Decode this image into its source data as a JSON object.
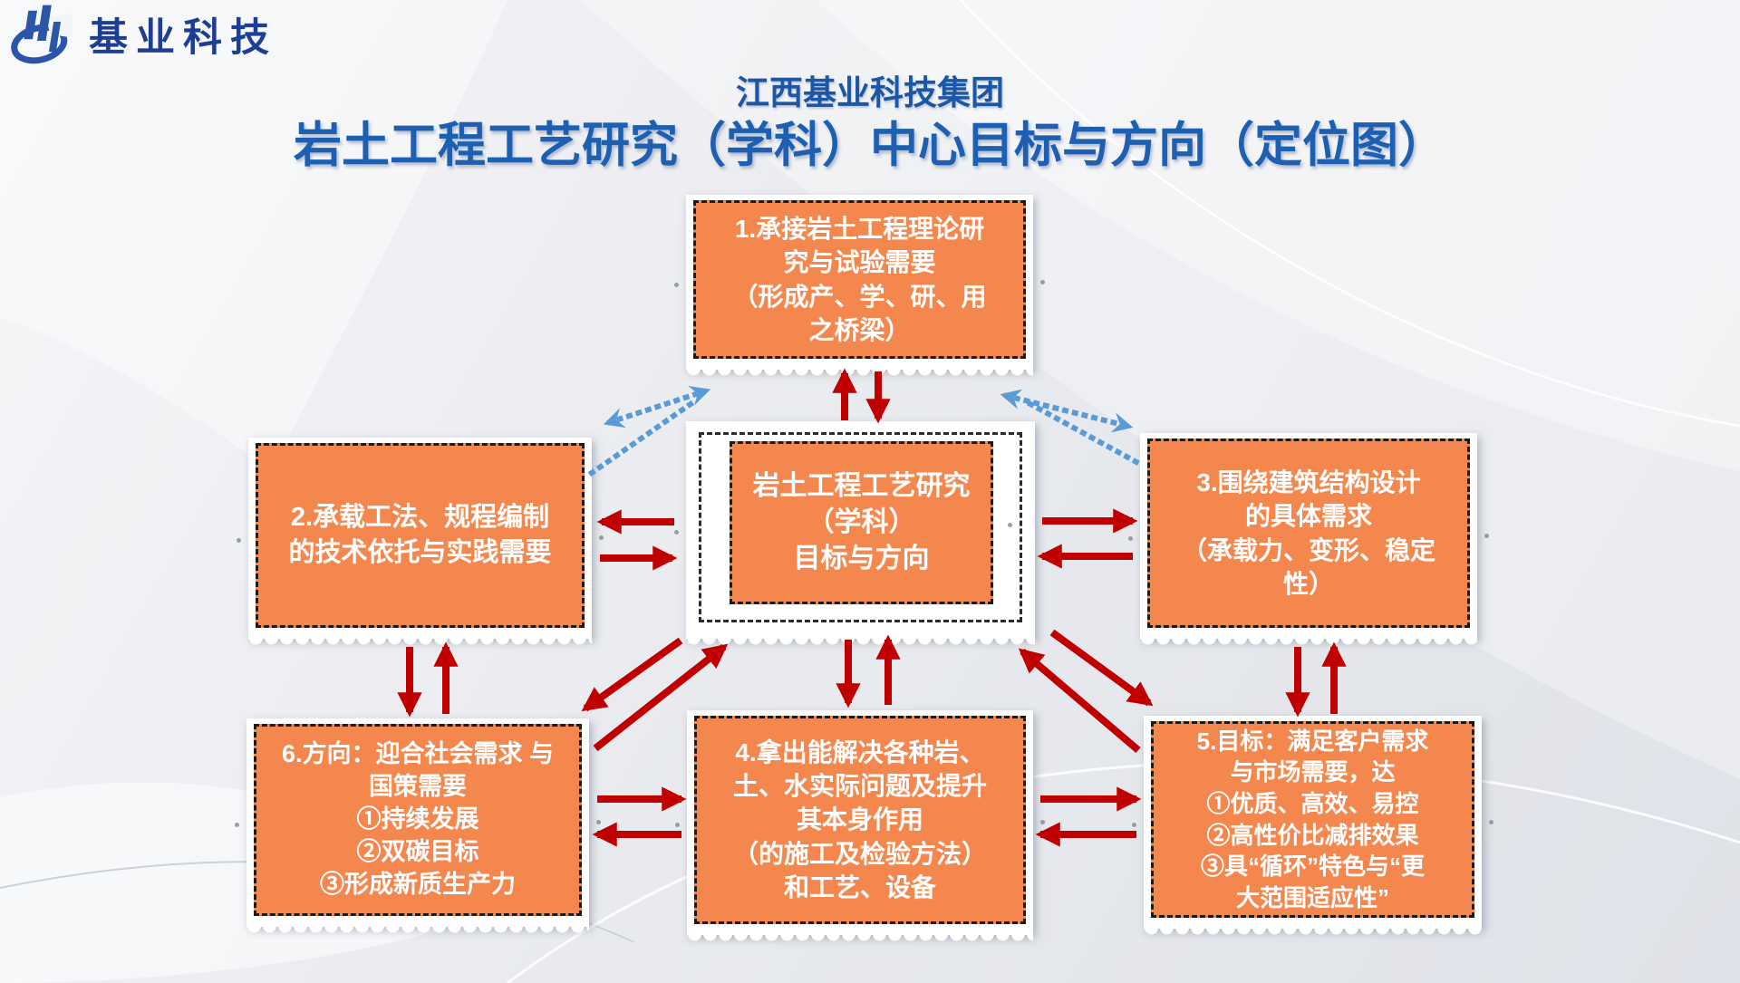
{
  "logo": {
    "company_name": "基业科技",
    "icon": "jiye-building-swoosh-icon",
    "text_color": "#1d3e95",
    "icon_color": "#2a55a8"
  },
  "title": {
    "line1": "江西基业科技集团",
    "line2": "岩土工程工艺研究（学科）中心目标与方向（定位图）",
    "color": "#1d5fb0"
  },
  "boxes": {
    "box1": {
      "text": "1.承接岩土工程理论研\n究与试验需要\n（形成产、学、研、用\n之桥梁）"
    },
    "center": {
      "text": "岩土工程工艺研究\n（学科）\n目标与方向"
    },
    "box2": {
      "text": "2.承载工法、规程编制\n的技术依托与实践需要"
    },
    "box3": {
      "text": "3.围绕建筑结构设计\n的具体需求\n（承载力、变形、稳定\n性）"
    },
    "box4": {
      "text": "4.拿出能解决各种岩、\n土、水实际问题及提升\n其本身作用\n（的施工及检验方法）\n和工艺、设备"
    },
    "box5": {
      "text": "5.目标：满足客户需求\n与市场需要，达\n①优质、高效、易控\n②高性价比减排效果\n③具“循环”特色与“更\n大范围适应性”"
    },
    "box6": {
      "text": "6.方向：迎合社会需求 与\n国策需要\n①持续发展\n②双碳目标\n③形成新质生产力"
    }
  },
  "colors": {
    "box_fill": "#F4874E",
    "box_border": "#1b1b1b",
    "arrow_red": "#C00000",
    "arrow_blue_dotted": "#5B9BD5",
    "stamp_background": "#ffffff"
  }
}
